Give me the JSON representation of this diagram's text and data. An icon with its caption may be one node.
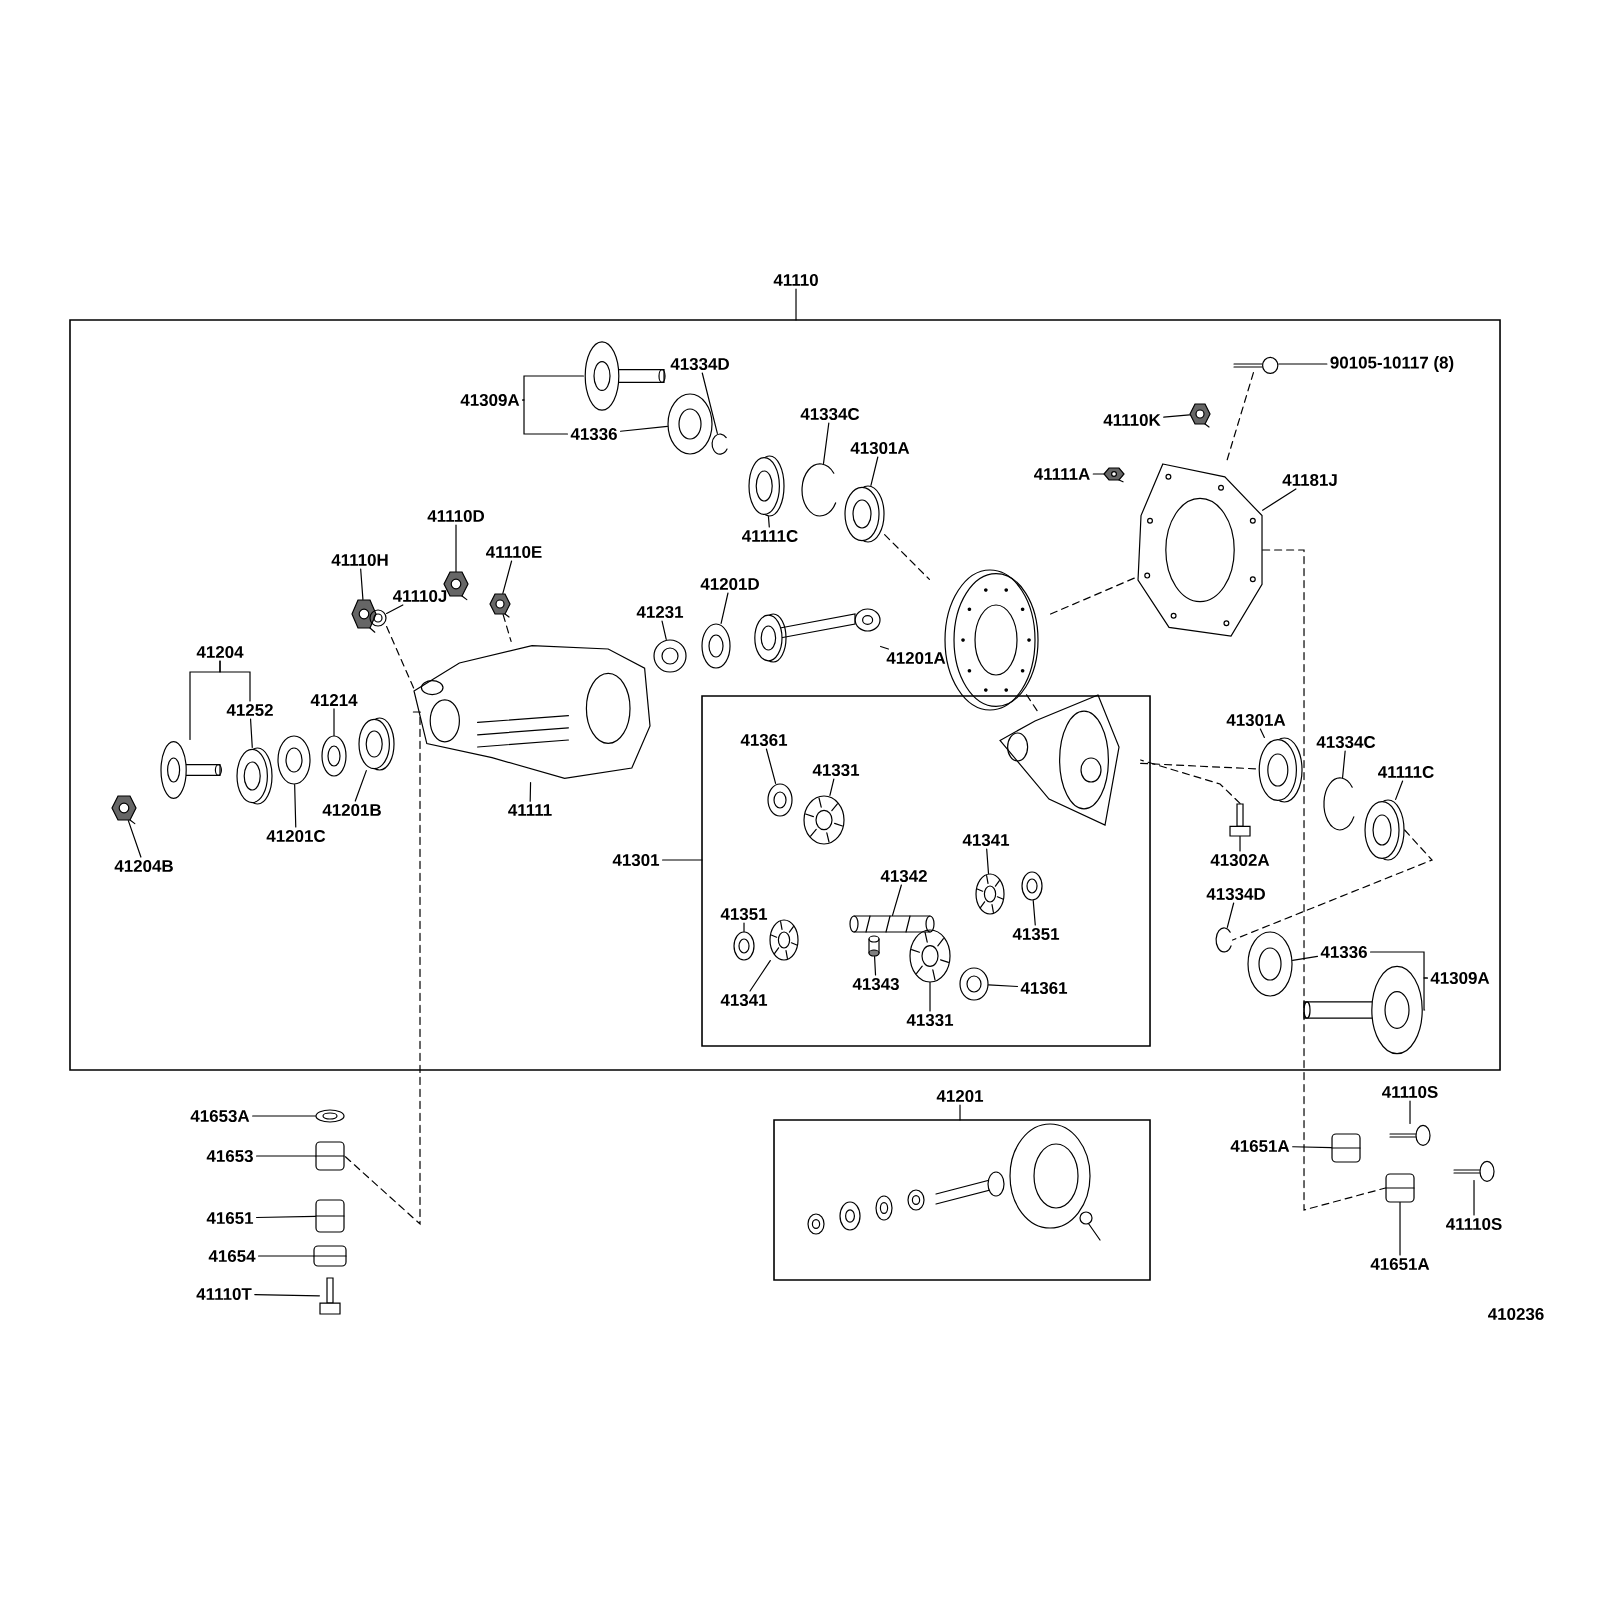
{
  "diagram": {
    "nodes": [
      {
        "text": [
          "41110"
        ]
      },
      {
        "text": [
          "41301"
        ],
        "in": 0
      },
      {
        "text": [
          "41201"
        ]
      },
      {
        "text": [
          "41309A"
        ],
        "in": 0
      },
      {
        "text": [],
        "shape": "picture",
        "in": 0
      },
      {
        "text": [
          "41336"
        ],
        "in": 0
      },
      {
        "text": [],
        "shape": "picture",
        "in": 0
      },
      {
        "text": [
          "41334D"
        ],
        "in": 0
      },
      {
        "text": [],
        "shape": "picture",
        "in": 0
      },
      {
        "text": [
          "41334C"
        ],
        "in": 0
      },
      {
        "text": [],
        "shape": "picture",
        "in": 0
      },
      {
        "text": [
          "41111C"
        ],
        "in": 0
      },
      {
        "text": [],
        "shape": "picture",
        "in": 0
      },
      {
        "text": [
          "41301A"
        ],
        "in": 0
      },
      {
        "text": [],
        "shape": "picture",
        "in": 0
      },
      {
        "text": [
          "41110D"
        ],
        "in": 0
      },
      {
        "text": [],
        "shape": "picture",
        "in": 0
      },
      {
        "text": [
          "41110E"
        ],
        "in": 0
      },
      {
        "text": [],
        "shape": "picture",
        "in": 0
      },
      {
        "text": [
          "41110H"
        ],
        "in": 0
      },
      {
        "text": [],
        "shape": "picture",
        "in": 0
      },
      {
        "text": [
          "41110J"
        ],
        "in": 0
      },
      {
        "text": [],
        "shape": "picture",
        "in": 0
      },
      {
        "text": [
          "41231"
        ],
        "in": 0
      },
      {
        "text": [],
        "shape": "picture",
        "in": 0
      },
      {
        "text": [
          "41201D"
        ],
        "in": 0
      },
      {
        "text": [],
        "shape": "picture",
        "in": 0
      },
      {
        "text": [
          "41201A"
        ],
        "in": 0
      },
      {
        "text": [],
        "shape": "picture",
        "in": 0
      },
      {
        "text": [],
        "shape": "picture",
        "in": 0
      },
      {
        "text": [
          "41181J"
        ],
        "in": 0
      },
      {
        "text": [],
        "shape": "picture",
        "in": 0
      },
      {
        "text": [
          "41110K"
        ],
        "in": 0
      },
      {
        "text": [],
        "shape": "picture",
        "in": 0
      },
      {
        "text": [
          "41111A"
        ],
        "in": 0
      },
      {
        "text": [],
        "shape": "picture",
        "in": 0
      },
      {
        "text": [
          "90105-10117 (8)"
        ],
        "in": 0
      },
      {
        "text": [],
        "shape": "picture",
        "in": 0
      },
      {
        "text": [
          "41111"
        ],
        "in": 0
      },
      {
        "text": [],
        "shape": "picture",
        "in": 0
      },
      {
        "text": [
          "41204"
        ],
        "in": 0
      },
      {
        "text": [],
        "shape": "picture",
        "in": 0
      },
      {
        "text": [
          "41204B"
        ],
        "in": 0
      },
      {
        "text": [],
        "shape": "picture",
        "in": 0
      },
      {
        "text": [
          "41252"
        ],
        "in": 0
      },
      {
        "text": [],
        "shape": "picture",
        "in": 0
      },
      {
        "text": [
          "41201C"
        ],
        "in": 0
      },
      {
        "text": [],
        "shape": "picture",
        "in": 0
      },
      {
        "text": [
          "41214"
        ],
        "in": 0
      },
      {
        "text": [],
        "shape": "picture",
        "in": 0
      },
      {
        "text": [
          "41201B"
        ],
        "in": 0
      },
      {
        "text": [],
        "shape": "picture",
        "in": 0
      },
      {
        "text": [],
        "shape": "picture",
        "in": 1
      },
      {
        "text": [
          "41361"
        ],
        "in": 1
      },
      {
        "text": [],
        "shape": "picture",
        "in": 1
      },
      {
        "text": [
          "41331"
        ],
        "in": 1
      },
      {
        "text": [],
        "shape": "picture",
        "in": 1
      },
      {
        "text": [
          "41351"
        ],
        "in": 1
      },
      {
        "text": [],
        "shape": "picture",
        "in": 1
      },
      {
        "text": [
          "41341"
        ],
        "in": 1
      },
      {
        "text": [],
        "shape": "picture",
        "in": 1
      },
      {
        "text": [
          "41342"
        ],
        "in": 1
      },
      {
        "text": [],
        "shape": "picture",
        "in": 1
      },
      {
        "text": [
          "41343"
        ],
        "in": 1
      },
      {
        "text": [],
        "shape": "picture",
        "in": 1
      },
      {
        "text": [
          "41331"
        ],
        "in": 1
      },
      {
        "text": [],
        "shape": "picture",
        "in": 1
      },
      {
        "text": [
          "41361"
        ],
        "in": 1
      },
      {
        "text": [],
        "shape": "picture",
        "in": 1
      },
      {
        "text": [
          "41341"
        ],
        "in": 1
      },
      {
        "text": [],
        "shape": "picture",
        "in": 1
      },
      {
        "text": [
          "41351"
        ],
        "in": 1
      },
      {
        "text": [],
        "shape": "picture",
        "in": 1
      },
      {
        "text": [
          "41301A"
        ],
        "in": 0
      },
      {
        "text": [],
        "shape": "picture",
        "in": 0
      },
      {
        "text": [
          "41334C"
        ],
        "in": 0
      },
      {
        "text": [],
        "shape": "picture",
        "in": 0
      },
      {
        "text": [
          "41111C"
        ],
        "in": 0
      },
      {
        "text": [],
        "shape": "picture",
        "in": 0
      },
      {
        "text": [
          "41302A"
        ],
        "in": 0
      },
      {
        "text": [],
        "shape": "picture",
        "in": 0
      },
      {
        "text": [
          "41334D"
        ],
        "in": 0
      },
      {
        "text": [],
        "shape": "picture",
        "in": 0
      },
      {
        "text": [
          "41336"
        ],
        "in": 0
      },
      {
        "text": [],
        "shape": "picture",
        "in": 0
      },
      {
        "text": [
          "41309A"
        ],
        "in": 0
      },
      {
        "text": [],
        "shape": "picture",
        "in": 0
      },
      {
        "text": [
          "41653A"
        ]
      },
      {
        "text": [],
        "shape": "picture"
      },
      {
        "text": [
          "41653"
        ]
      },
      {
        "text": [],
        "shape": "picture"
      },
      {
        "text": [
          "41651"
        ]
      },
      {
        "text": [],
        "shape": "picture"
      },
      {
        "text": [
          "41654"
        ]
      },
      {
        "text": [],
        "shape": "picture"
      },
      {
        "text": [
          "41110T"
        ]
      },
      {
        "text": [],
        "shape": "picture"
      },
      {
        "text": [],
        "shape": "picture",
        "in": 2
      },
      {
        "text": [
          "41651A"
        ]
      },
      {
        "text": [],
        "shape": "picture"
      },
      {
        "text": [
          "41110S"
        ]
      },
      {
        "text": [],
        "shape": "picture"
      },
      {
        "text": [
          "41110S"
        ]
      },
      {
        "text": [],
        "shape": "picture"
      },
      {
        "text": [
          "41651A"
        ]
      },
      {
        "text": [],
        "shape": "picture"
      }
    ],
    "edges": [
      {
        "from": 3,
        "to": 4,
        "arrow": "none"
      },
      {
        "from": 3,
        "to": 5,
        "arrow": "none"
      },
      {
        "from": 5,
        "to": 6,
        "arrow": "none"
      },
      {
        "from": 7,
        "to": 8,
        "arrow": "none"
      },
      {
        "from": 9,
        "to": 10,
        "arrow": "none"
      },
      {
        "from": 11,
        "to": 12,
        "arrow": "none"
      },
      {
        "from": 13,
        "to": 14,
        "arrow": "none"
      },
      {
        "from": 15,
        "to": 16,
        "arrow": "none"
      },
      {
        "from": 17,
        "to": 18,
        "arrow": "none"
      },
      {
        "from": 19,
        "to": 20,
        "arrow": "none"
      },
      {
        "from": 21,
        "to": 22,
        "arrow": "none"
      },
      {
        "from": 23,
        "to": 24,
        "arrow": "none"
      },
      {
        "from": 25,
        "to": 26,
        "arrow": "none"
      },
      {
        "from": 27,
        "to": 28,
        "arrow": "none"
      },
      {
        "from": 30,
        "to": 31,
        "arrow": "none"
      },
      {
        "from": 32,
        "to": 33,
        "arrow": "none"
      },
      {
        "from": 34,
        "to": 35,
        "arrow": "none"
      },
      {
        "from": 36,
        "to": 37,
        "arrow": "none"
      },
      {
        "from": 38,
        "to": 39,
        "arrow": "none"
      },
      {
        "from": 40,
        "to": 41,
        "arrow": "none"
      },
      {
        "from": 40,
        "to": 44,
        "arrow": "none"
      },
      {
        "from": 42,
        "to": 43,
        "arrow": "none"
      },
      {
        "from": 44,
        "to": 45,
        "arrow": "none"
      },
      {
        "from": 46,
        "to": 47,
        "arrow": "none"
      },
      {
        "from": 48,
        "to": 49,
        "arrow": "none"
      },
      {
        "from": 50,
        "to": 51,
        "arrow": "none"
      },
      {
        "from": 53,
        "to": 54,
        "arrow": "none"
      },
      {
        "from": 55,
        "to": 56,
        "arrow": "none"
      },
      {
        "from": 57,
        "to": 58,
        "arrow": "none"
      },
      {
        "from": 59,
        "to": 60,
        "arrow": "none"
      },
      {
        "from": 61,
        "to": 62,
        "arrow": "none"
      },
      {
        "from": 63,
        "to": 64,
        "arrow": "none"
      },
      {
        "from": 65,
        "to": 66,
        "arrow": "none"
      },
      {
        "from": 67,
        "to": 68,
        "arrow": "none"
      },
      {
        "from": 69,
        "to": 70,
        "arrow": "none"
      },
      {
        "from": 71,
        "to": 72,
        "arrow": "none"
      },
      {
        "from": 73,
        "to": 74,
        "arrow": "none"
      },
      {
        "from": 75,
        "to": 76,
        "arrow": "none"
      },
      {
        "from": 77,
        "to": 78,
        "arrow": "none"
      },
      {
        "from": 79,
        "to": 80,
        "arrow": "none"
      },
      {
        "from": 81,
        "to": 82,
        "arrow": "none"
      },
      {
        "from": 83,
        "to": 84,
        "arrow": "none"
      },
      {
        "from": 85,
        "to": 83,
        "arrow": "none"
      },
      {
        "from": 85,
        "to": 86,
        "arrow": "none"
      },
      {
        "from": 87,
        "to": 88,
        "arrow": "none"
      },
      {
        "from": 89,
        "to": 90,
        "arrow": "none"
      },
      {
        "from": 91,
        "to": 92,
        "arrow": "none"
      },
      {
        "from": 93,
        "to": 94,
        "arrow": "none"
      },
      {
        "from": 95,
        "to": 96,
        "arrow": "none"
      },
      {
        "from": 98,
        "to": 99,
        "arrow": "none"
      },
      {
        "from": 100,
        "to": 101,
        "arrow": "none"
      },
      {
        "from": 102,
        "to": 103,
        "arrow": "none"
      },
      {
        "from": 104,
        "to": 105,
        "arrow": "none"
      },
      {
        "from": 22,
        "to": 39,
        "arrow": "none",
        "style": "dashed"
      },
      {
        "from": 18,
        "to": 39,
        "arrow": "none",
        "style": "dashed"
      },
      {
        "from": 14,
        "to": 29,
        "arrow": "none",
        "style": "dashed"
      },
      {
        "from": 29,
        "to": 31,
        "arrow": "none",
        "style": "dashed"
      },
      {
        "from": 29,
        "to": 52,
        "arrow": "none",
        "style": "dashed"
      },
      {
        "from": 52,
        "to": 74,
        "arrow": "none",
        "style": "dashed"
      },
      {
        "from": 80,
        "to": 52,
        "arrow": "none",
        "style": "dashed"
      },
      {
        "from": 37,
        "to": 31,
        "arrow": "none",
        "style": "dashed"
      },
      {
        "from": 78,
        "to": 82,
        "arrow": "none",
        "style": "dashed"
      },
      {
        "from": 39,
        "to": 90,
        "arrow": "none",
        "style": "dashed"
      },
      {
        "from": 31,
        "to": 105,
        "arrow": "none",
        "style": "dashed"
      }
    ],
    "labels": [
      "410236"
    ]
  }
}
